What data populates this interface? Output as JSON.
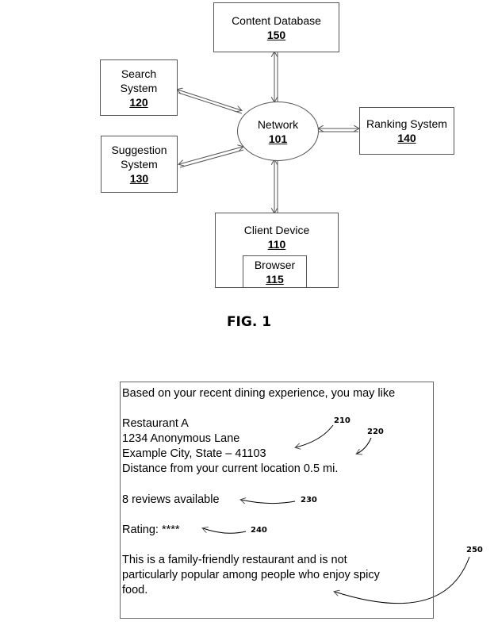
{
  "figure": {
    "nodes": {
      "content_db": {
        "label": "Content Database",
        "num": "150"
      },
      "search": {
        "label_line1": "Search",
        "label_line2": "System",
        "num": "120"
      },
      "network": {
        "label": "Network",
        "num": "101"
      },
      "ranking": {
        "label": "Ranking System",
        "num": "140"
      },
      "suggestion": {
        "label_line1": "Suggestion",
        "label_line2": "System",
        "num": "130"
      },
      "client": {
        "label": "Client Device",
        "num": "110"
      },
      "browser": {
        "label": "Browser",
        "num": "115"
      }
    },
    "caption": "FIG. 1"
  },
  "card": {
    "heading": "Based on your recent dining experience, you may like",
    "name": "Restaurant A",
    "address_line1": "1234 Anonymous Lane",
    "address_line2": "Example City, State – 41103",
    "distance": "Distance from your current location 0.5 mi.",
    "reviews": "8 reviews available",
    "rating": "Rating: ****",
    "desc_line1": "This is a family-friendly restaurant and is not",
    "desc_line2": "particularly popular among people who enjoy spicy",
    "desc_line3": "food."
  },
  "refs": {
    "r210": "210",
    "r220": "220",
    "r230": "230",
    "r240": "240",
    "r250": "250"
  }
}
